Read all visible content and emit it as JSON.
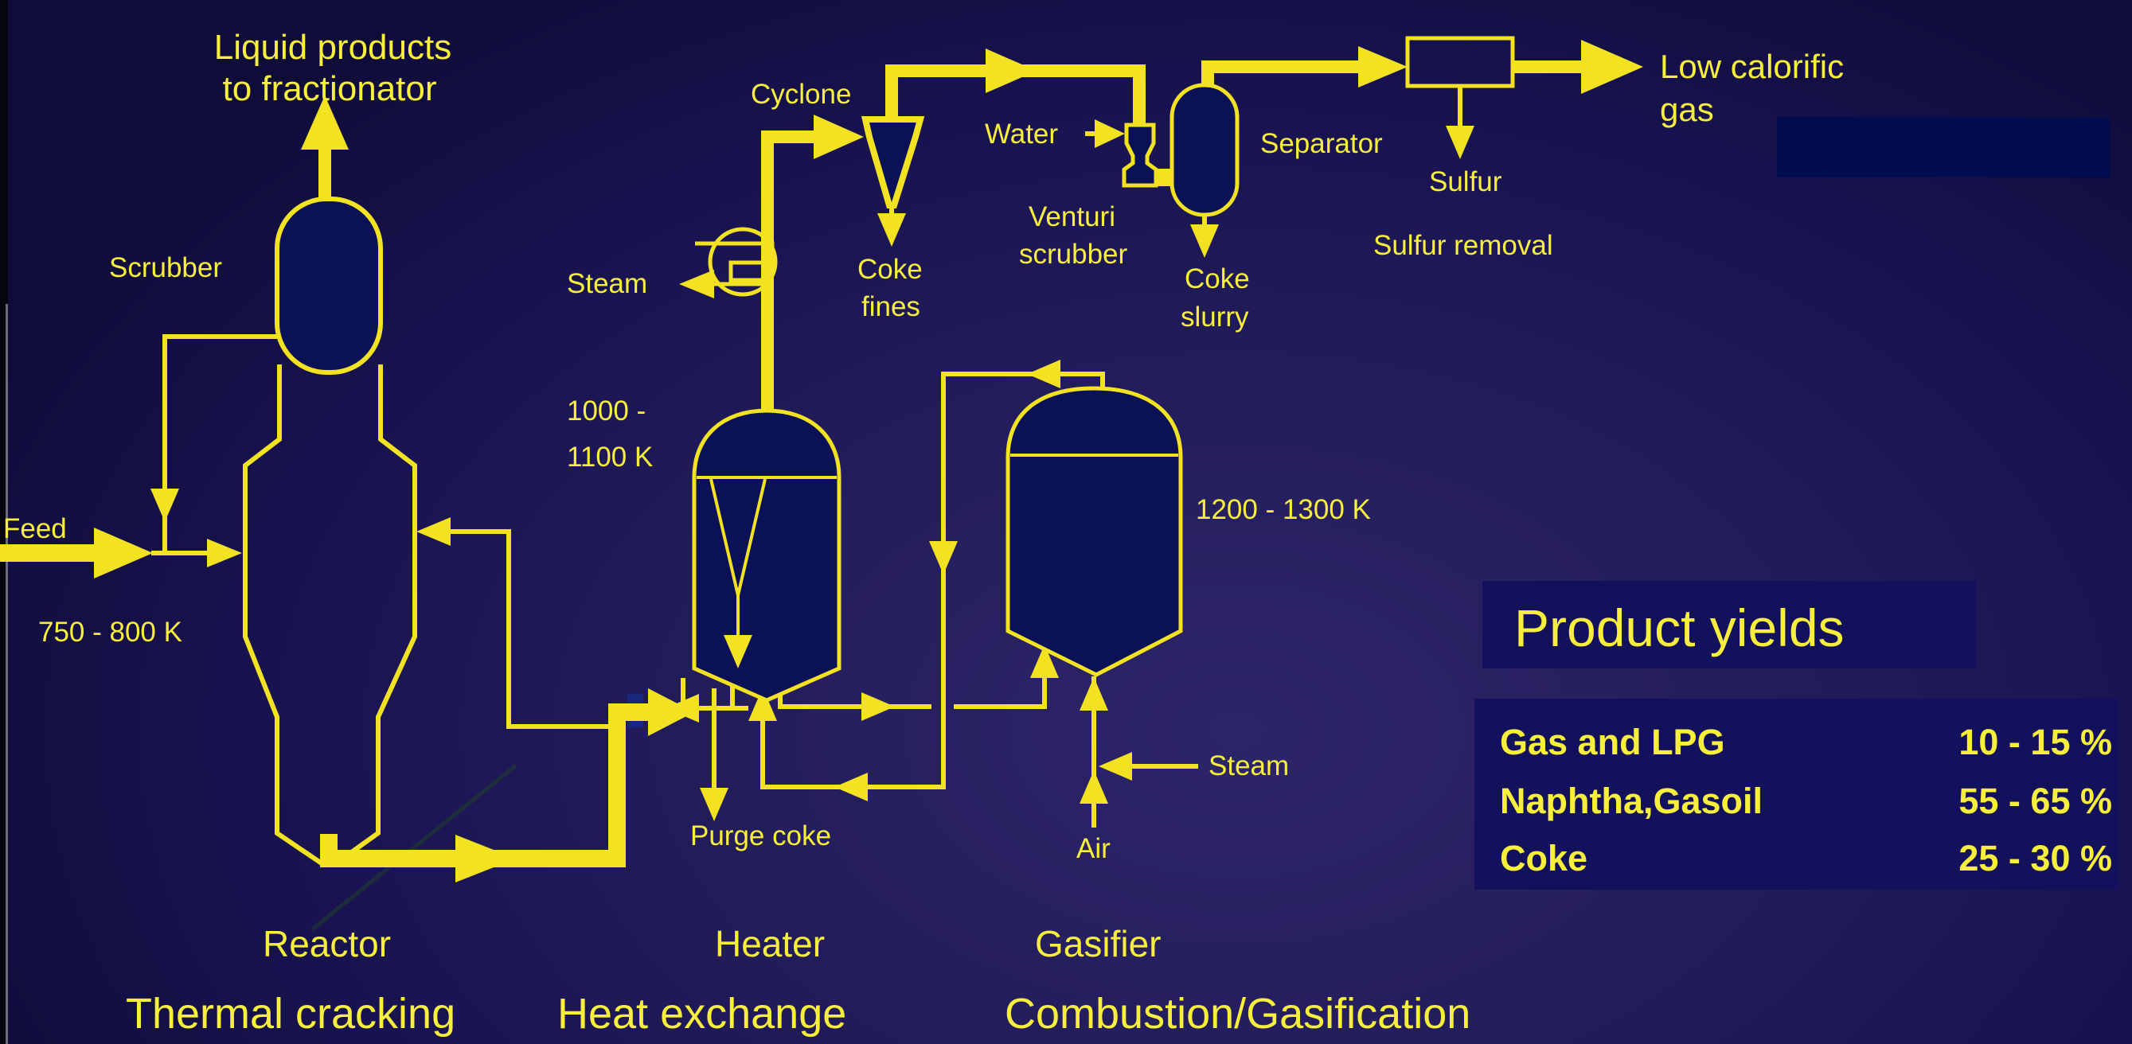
{
  "slide": {
    "type": "process-flow-diagram",
    "process": "Thermal cracking / Heat exchange / Combustion-Gasification unit"
  },
  "colors": {
    "yellow_line": "#f2e222",
    "yellow_text": "#f8ef3c",
    "vessel_fill": "#0a1156",
    "panel_fill": "#14115c",
    "deco_rect_fill": "#020c4e",
    "patch_fill": "#16277e",
    "bg_center": "#2d2569",
    "bg_edge": "#100c3a"
  },
  "labels": {
    "liquid_products_1": "Liquid products",
    "liquid_products_2": "to fractionator",
    "scrubber": "Scrubber",
    "feed": "Feed",
    "temp_reactor": "750 - 800 K",
    "cyclone": "Cyclone",
    "steam_left": "Steam",
    "temp_heater_1": "1000 -",
    "temp_heater_2": "1100 K",
    "coke_fines_1": "Coke",
    "coke_fines_2": "fines",
    "water": "Water",
    "venturi_1": "Venturi",
    "venturi_2": "scrubber",
    "separator": "Separator",
    "coke_slurry_1": "Coke",
    "coke_slurry_2": "slurry",
    "sulfur": "Sulfur",
    "sulfur_removal": "Sulfur removal",
    "low_calorific_1": "Low calorific",
    "low_calorific_2": "gas",
    "temp_gasifier": "1200 - 1300 K",
    "steam_right": "Steam",
    "air": "Air",
    "purge_coke": "Purge coke",
    "reactor": "Reactor",
    "heater": "Heater",
    "gasifier": "Gasifier",
    "caption_left": "Thermal cracking",
    "caption_mid": "Heat exchange",
    "caption_right": "Combustion/Gasification"
  },
  "product_yields": {
    "title": "Product yields",
    "rows": [
      {
        "name": "Gas and LPG",
        "value": "10 - 15 %"
      },
      {
        "name": "Naphtha,Gasoil",
        "value": "55 - 65 %"
      },
      {
        "name": "Coke",
        "value": "25 - 30 %"
      }
    ]
  }
}
